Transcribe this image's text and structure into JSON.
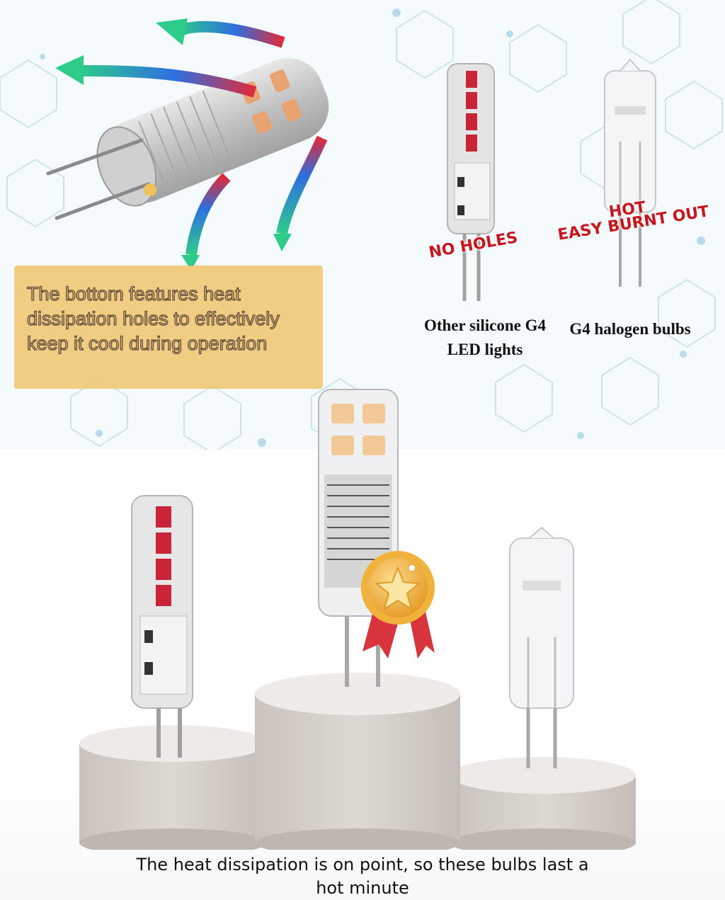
{
  "callout": {
    "text": "The bottom features heat dissipation holes to effectively keep it cool during operation"
  },
  "comparison": {
    "no_holes_label": "NO HOLES",
    "hot_label": "HOT",
    "easy_burnt_out_label": "EASY BURNT OUT",
    "left_caption": "Other silicone G4 LED lights",
    "right_caption": "G4 halogen bulbs"
  },
  "footer": {
    "caption": "The heat dissipation is on point, so these bulbs last a hot minute"
  },
  "icons": {
    "award": "award-medal-icon",
    "heat_arrows": "heat-flow-arrow-icon"
  },
  "colors": {
    "callout_bg": "#f0c97a",
    "warning_red": "#c8141c",
    "arrow_green": "#2ecc8a",
    "arrow_blue": "#2e8ce0",
    "arrow_red": "#e02a3a",
    "medal_gold": "#e8a92e",
    "ribbon_red": "#d8343c"
  }
}
